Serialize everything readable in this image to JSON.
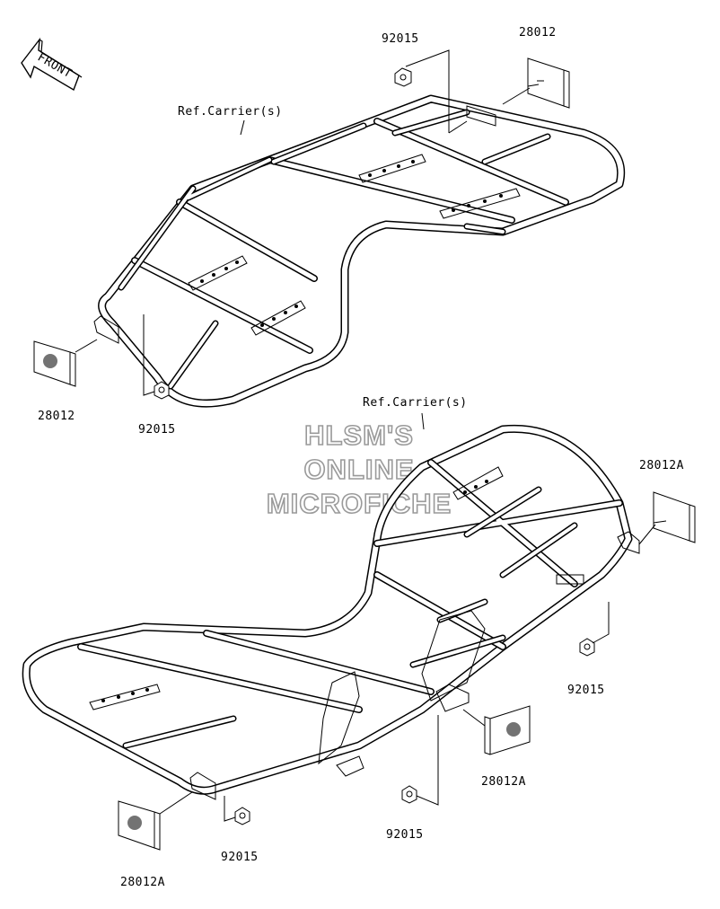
{
  "front_arrow": {
    "label": "FRONT"
  },
  "watermark": {
    "lines": [
      "HLSM'S",
      "ONLINE",
      "MICROFICHE"
    ]
  },
  "top_assembly": {
    "ref_label": "Ref.Carrier(s)",
    "nut_label_top": "92015",
    "reflector_label_top": "28012",
    "reflector_label_left": "28012",
    "nut_label_bottom": "92015"
  },
  "bottom_assembly": {
    "ref_label": "Ref.Carrier(s)",
    "reflector_label_right": "28012A",
    "nut_label_right": "92015",
    "reflector_label_center": "28012A",
    "nut_label_center": "92015",
    "nut_label_left": "92015",
    "reflector_label_left": "28012A"
  }
}
